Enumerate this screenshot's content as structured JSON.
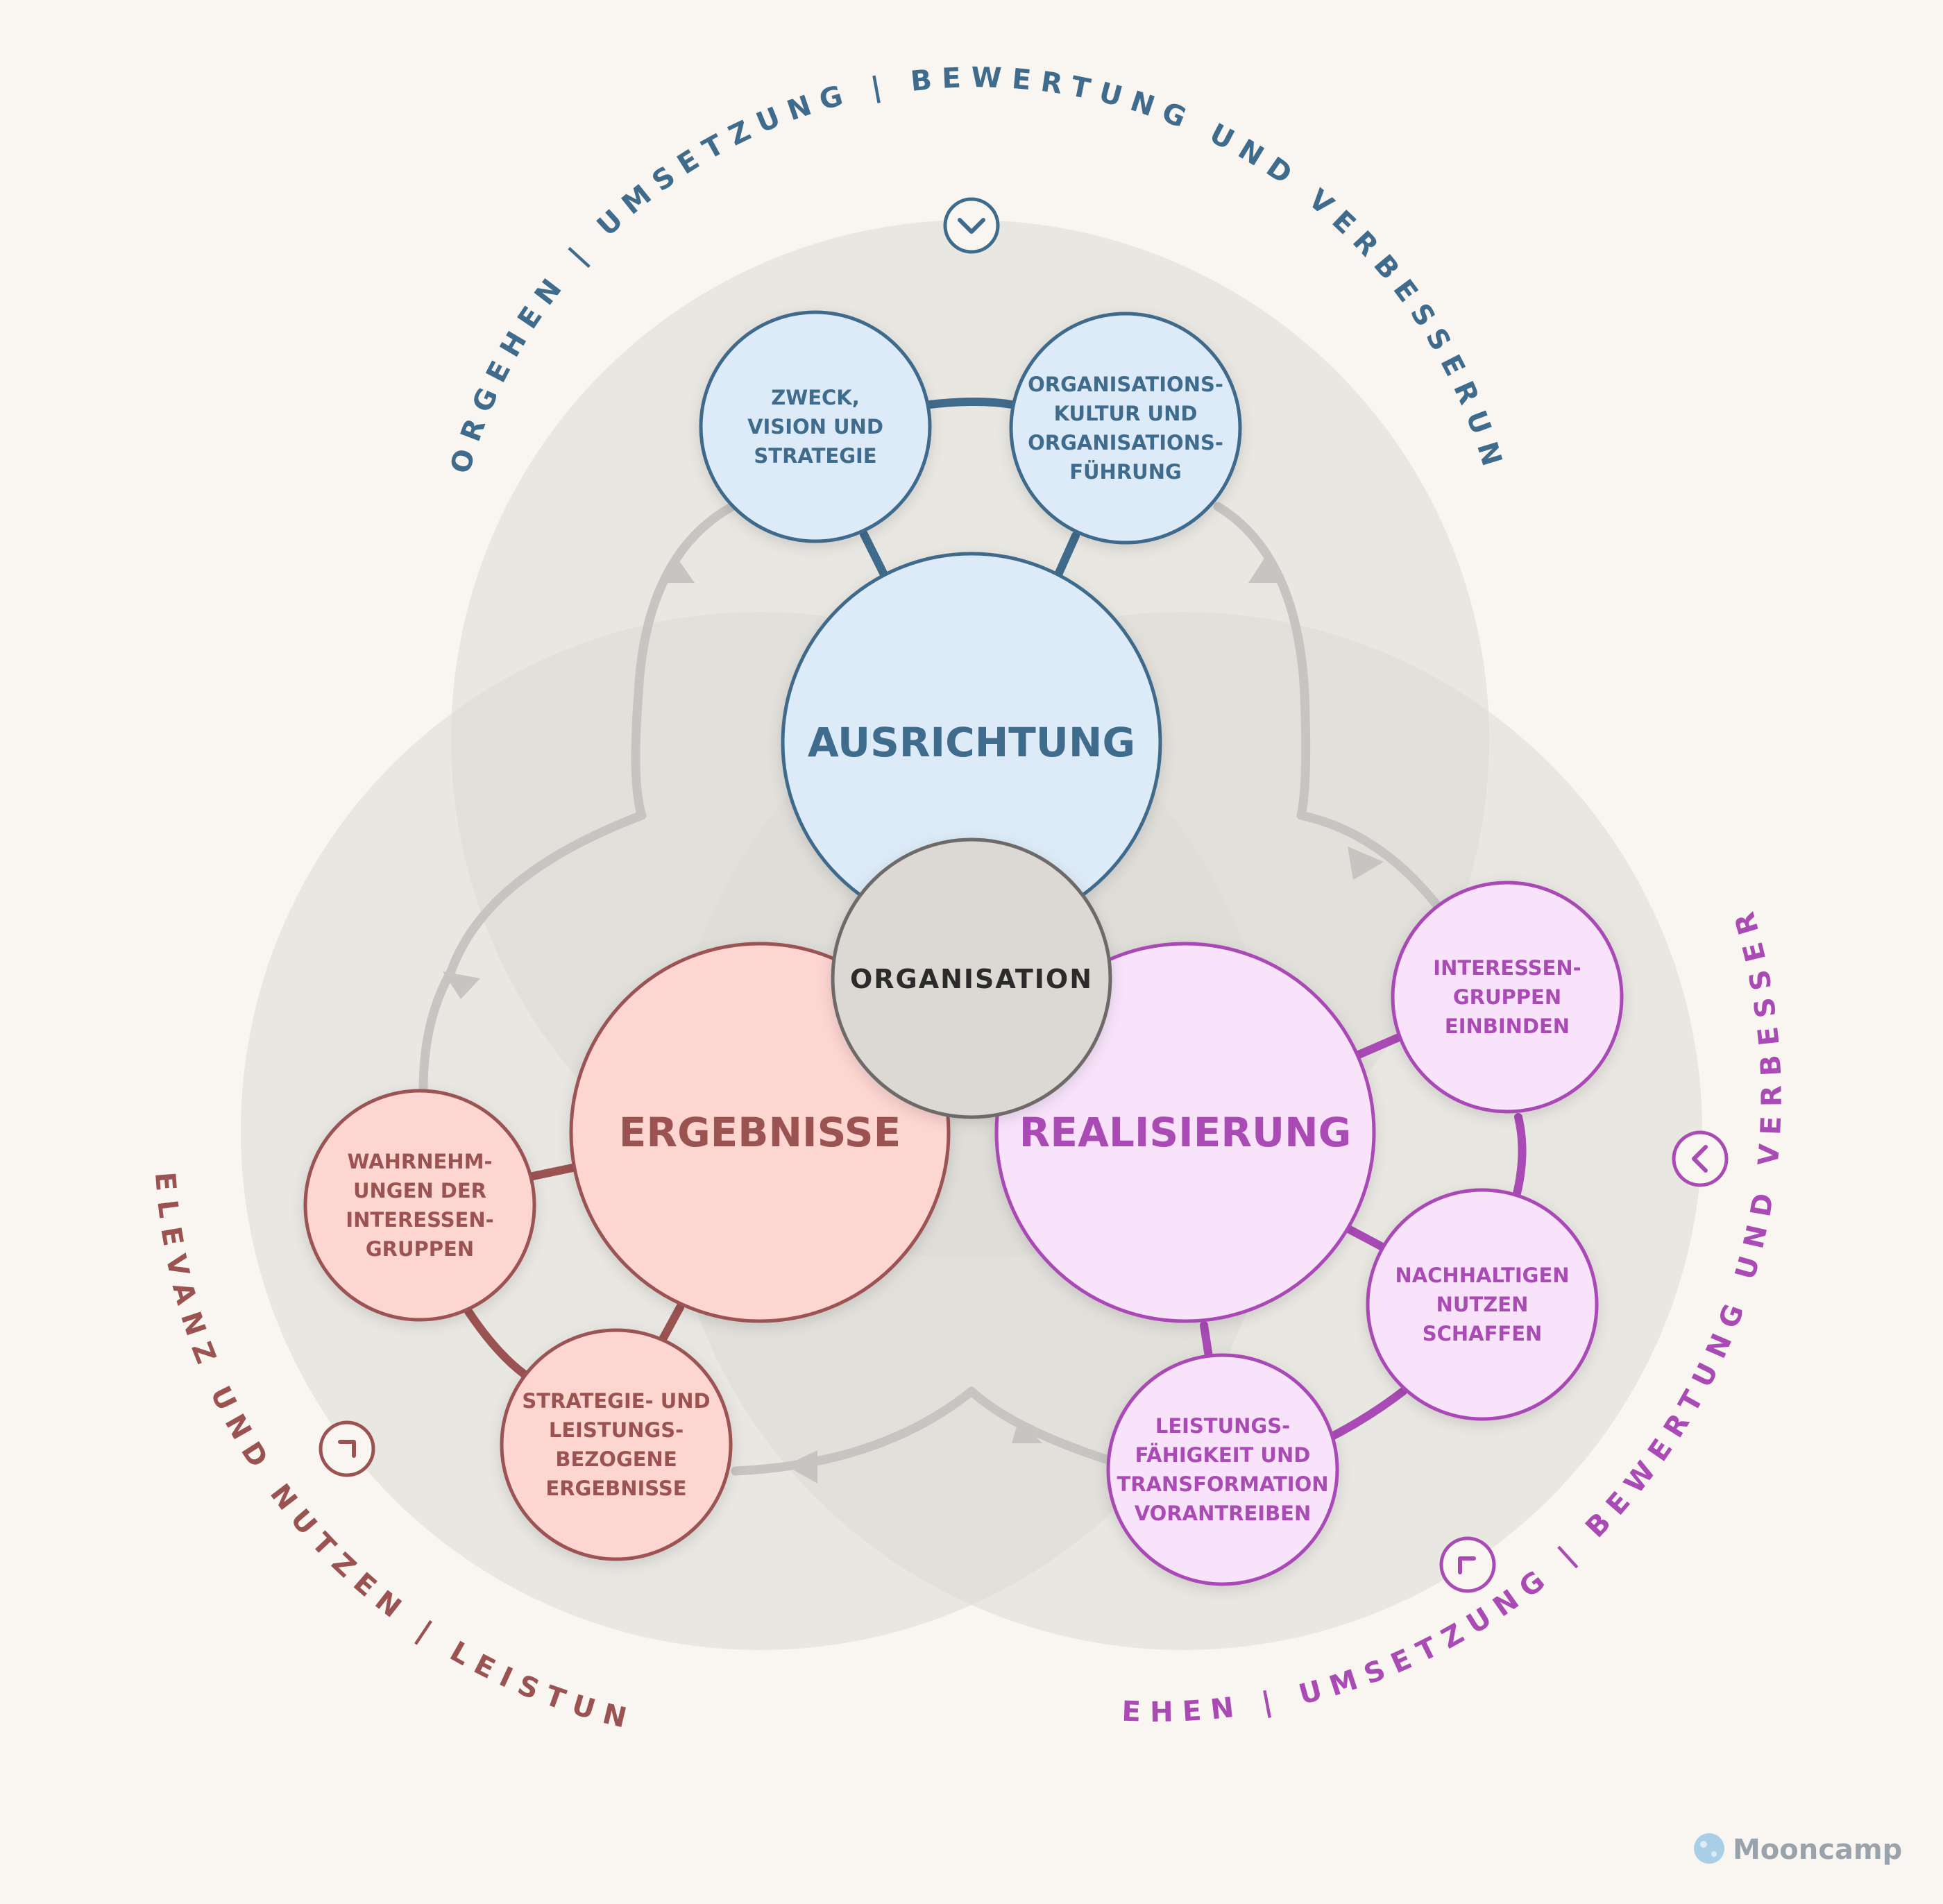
{
  "colors": {
    "background": "#f9f5f1",
    "ausrichtung": "#3f6b8c",
    "ausrichtung_fill": "#dcebf7",
    "ergebnisse": "#9b5352",
    "ergebnisse_fill": "#fdd5d1",
    "realisierung": "#a94ab5",
    "realisierung_fill": "#f8e3fb",
    "center_fill": "#dcd8d4",
    "center_stroke": "#6d6b69",
    "arrows": "#c7c4c1"
  },
  "center": {
    "label": "ORGANISATION"
  },
  "ausrichtung": {
    "label": "AUSRICHTUNG",
    "sub": [
      {
        "lines": [
          "ZWECK,",
          "VISION UND",
          "STRATEGIE"
        ]
      },
      {
        "lines": [
          "ORGANISATIONS-",
          "KULTUR UND",
          "ORGANISATIONS-",
          "FÜHRUNG"
        ]
      }
    ]
  },
  "ergebnisse": {
    "label": "ERGEBNISSE",
    "sub": [
      {
        "lines": [
          "WAHRNEHM-",
          "UNGEN DER",
          "INTERESSEN-",
          "GRUPPEN"
        ]
      },
      {
        "lines": [
          "STRATEGIE- UND",
          "LEISTUNGS-",
          "BEZOGENE",
          "ERGEBNISSE"
        ]
      }
    ]
  },
  "realisierung": {
    "label": "REALISIERUNG",
    "sub": [
      {
        "lines": [
          "INTERESSEN-",
          "GRUPPEN",
          "EINBINDEN"
        ]
      },
      {
        "lines": [
          "NACHHALTIGEN",
          "NUTZEN",
          "SCHAFFEN"
        ]
      },
      {
        "lines": [
          "LEISTUNGS-",
          "FÄHIGKEIT UND",
          "TRANSFORMATION",
          "VORANTREIBEN"
        ]
      }
    ]
  },
  "outer_labels": {
    "top": "VORGEHEN | UMSETZUNG | BEWERTUNG UND VERBESSERUNG",
    "left": "RELEVANZ UND NUTZEN | LEISTUNG",
    "right": "VORGEHEN | UMSETZUNG | BEWERTUNG UND VERBESSERUNG"
  },
  "icons": {
    "top": "chevron-down-icon",
    "right": "chevron-left-icon",
    "bottom_right": "chevron-up-left-icon",
    "left": "chevron-up-right-icon"
  },
  "brand": {
    "name": "Mooncamp"
  }
}
